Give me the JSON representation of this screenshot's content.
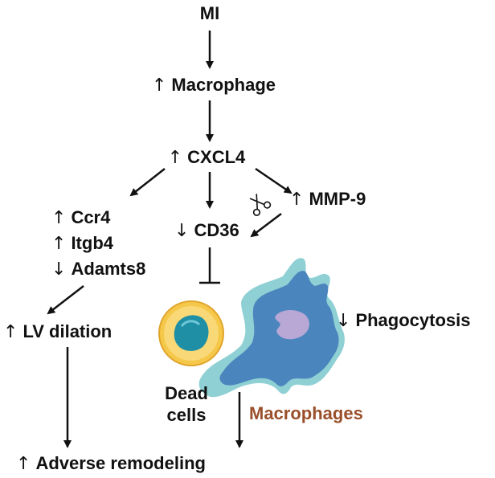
{
  "nodes": {
    "mi": "MI",
    "macrophage": "Macrophage",
    "cxcl4": "CXCL4",
    "mmp9": "MMP-9",
    "cd36": "CD36",
    "ccr4": "Ccr4",
    "itgb4": "Itgb4",
    "adamts8": "Adamts8",
    "lv_dilation": "LV dilation",
    "phagocytosis": "Phagocytosis",
    "dead_cells_line1": "Dead",
    "dead_cells_line2": "cells",
    "macrophages": "Macrophages",
    "adverse_remodeling": "Adverse remodeling"
  },
  "symbols": {
    "up": "↑",
    "down": "↓"
  },
  "colors": {
    "text": "#111111",
    "macrophages_label": "#9a4f2a",
    "dead_cell_outer": "#f6c84a",
    "dead_cell_nucleus": "#1f8fa6",
    "macrophage_body": "#4a86bd",
    "macrophage_rim": "#8fd0d4",
    "macrophage_nucleus": "#b9a8d6"
  },
  "icons": {
    "scissors": "scissors-icon"
  }
}
